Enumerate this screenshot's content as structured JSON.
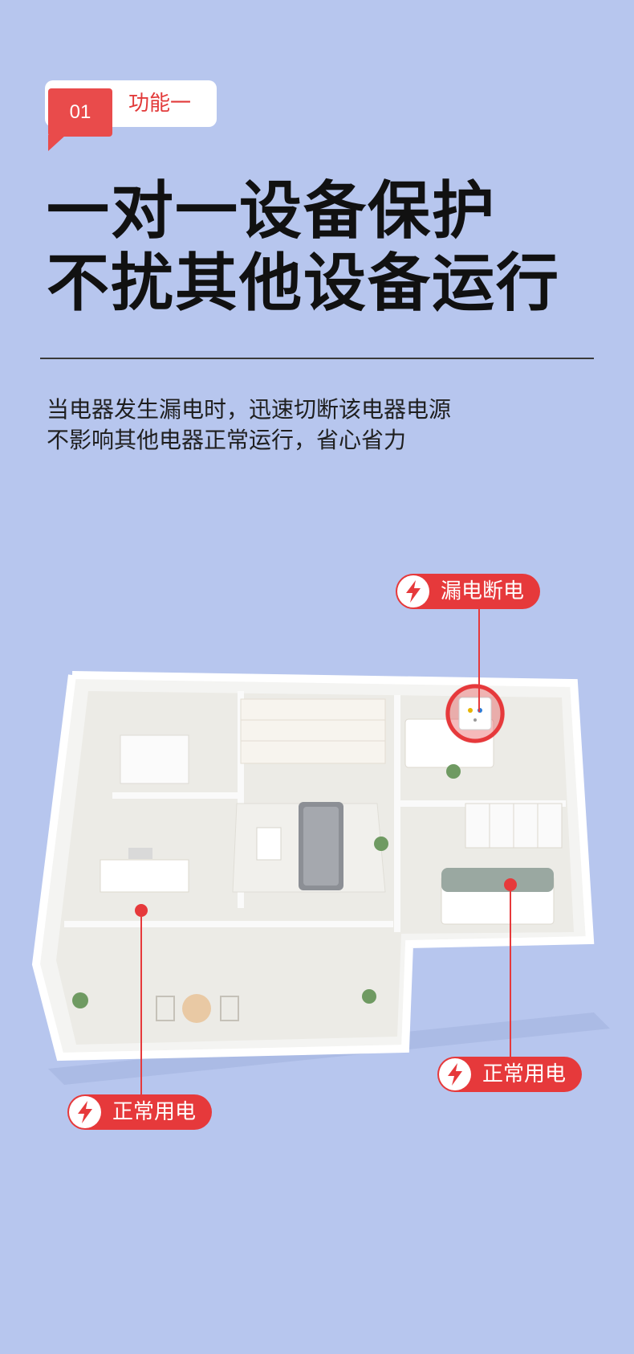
{
  "tag": {
    "number": "01",
    "label": "功能一"
  },
  "headline": {
    "line1": "一对一设备保护",
    "line2": "不扰其他设备运行"
  },
  "description": {
    "line1": "当电器发生漏电时，迅速切断该电器电源",
    "line2": "不影响其他电器正常运行，省心省力"
  },
  "labels": {
    "leak": "漏电断电",
    "normal_right": "正常用电",
    "normal_left": "正常用电"
  },
  "colors": {
    "background": "#b7c6ee",
    "accent": "#e6393b",
    "headline": "#111111"
  },
  "icons": {
    "label_icon": "lightning-bolt-icon"
  }
}
